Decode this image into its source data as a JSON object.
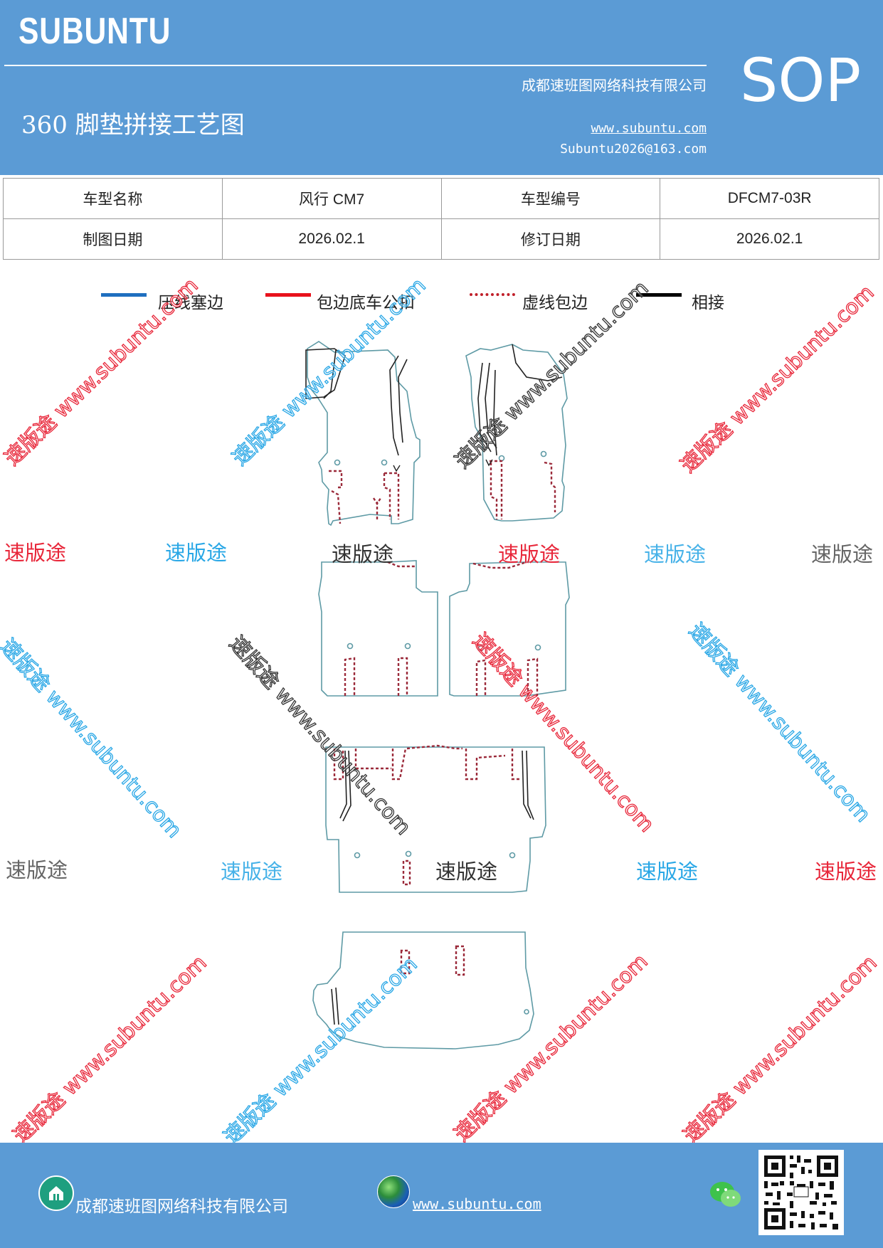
{
  "header": {
    "brand": "SUBUNTU",
    "company": "成都速班图网络科技有限公司",
    "title": "360 脚垫拼接工艺图",
    "website": "www.subuntu.com",
    "email": "Subuntu2026@163.com",
    "badge": "SOP"
  },
  "info_table": {
    "rows": [
      {
        "label1": "车型名称",
        "value1": "风行 CM7",
        "label2": "车型编号",
        "value2": "DFCM7-03R"
      },
      {
        "label1": "制图日期",
        "value1": "2026.02.1",
        "label2": "修订日期",
        "value2": "2026.02.1"
      }
    ]
  },
  "legend": {
    "items": [
      {
        "label": "压线塞边",
        "color": "#1f6fbf",
        "style": "solid"
      },
      {
        "label": "包边底车公扣",
        "color": "#e8111c",
        "style": "solid"
      },
      {
        "label": "虚线包边",
        "color": "#c0202a",
        "style": "dotted"
      },
      {
        "label": "相接",
        "color": "#000000",
        "style": "solid"
      }
    ]
  },
  "watermarks": {
    "short": "速版途",
    "long": "速版途 www.subuntu.com"
  },
  "footer": {
    "company": "成都速班图网络科技有限公司",
    "website": "www.subuntu.com",
    "icons": [
      "home-icon",
      "globe-icon",
      "wechat-icon",
      "qr-code"
    ]
  },
  "colors": {
    "header_bg": "#5b9bd5",
    "outline": "#5e9aa5",
    "stitch": "#9b2a3a",
    "join": "#222222"
  }
}
